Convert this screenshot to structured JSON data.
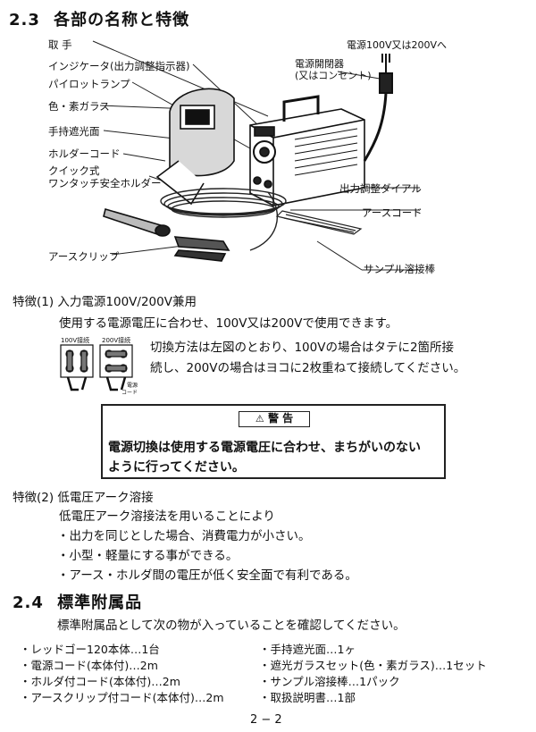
{
  "sec23": {
    "num": "2.3",
    "title": "各部の名称と特徴"
  },
  "diagram": {
    "labels": {
      "handle": "取 手",
      "indicator": "インジケータ(出力調整指示器)",
      "pilot_lamp": "パイロットランプ",
      "glass": "色・素ガラス",
      "hand_shield": "手持遮光面",
      "holder_cord": "ホルダーコード",
      "quick_holder_1": "クイック式",
      "quick_holder_2": "ワンタッチ安全ホルダー",
      "power_note": "電源100V又は200Vへ",
      "switch_1": "電源開閉器",
      "switch_2": "(又はコンセント)",
      "output_dial": "出力調整ダイアル",
      "earth_cord": "アースコード",
      "earth_clip": "アースクリップ",
      "sample_rod": "サンプル溶接棒"
    }
  },
  "feature1": {
    "title": "特徴(1) 入力電源100V/200V兼用",
    "line1": "使用する電源電圧に合わせ、100V又は200Vで使用できます。",
    "line2": "切換方法は左図のとおり、100Vの場合はタテに2箇所接",
    "line3": "続し、200Vの場合はヨコに2枚重ねて接続してください。",
    "fig_label_100": "100V接続",
    "fig_label_200": "200V接続",
    "fig_label_cord_1": "電源",
    "fig_label_cord_2": "コード"
  },
  "warning": {
    "header": "警 告",
    "line1": "電源切換は使用する電源電圧に合わせ、まちがいのない",
    "line2": "ように行ってください。"
  },
  "feature2": {
    "title": "特徴(2) 低電圧アーク溶接",
    "intro": "低電圧アーク溶接法を用いることにより",
    "bullets": [
      "・出力を同じとした場合、消費電力が小さい。",
      "・小型・軽量にする事ができる。",
      "・アース・ホルダ間の電圧が低く安全面で有利である。"
    ]
  },
  "sec24": {
    "num": "2.4",
    "title": "標準附属品",
    "intro": "標準附属品として次の物が入っていることを確認してください。",
    "left_items": [
      "・レッドゴー120本体…1台",
      "・電源コード(本体付)…2m",
      "・ホルダ付コード(本体付)…2m",
      "・アースクリップ付コード(本体付)…2m"
    ],
    "right_items": [
      "・手持遮光面…1ヶ",
      "・遮光ガラスセット(色・素ガラス)…1セット",
      "・サンプル溶接棒…1パック",
      "・取扱説明書…1部"
    ]
  },
  "page_number": "2 − 2"
}
